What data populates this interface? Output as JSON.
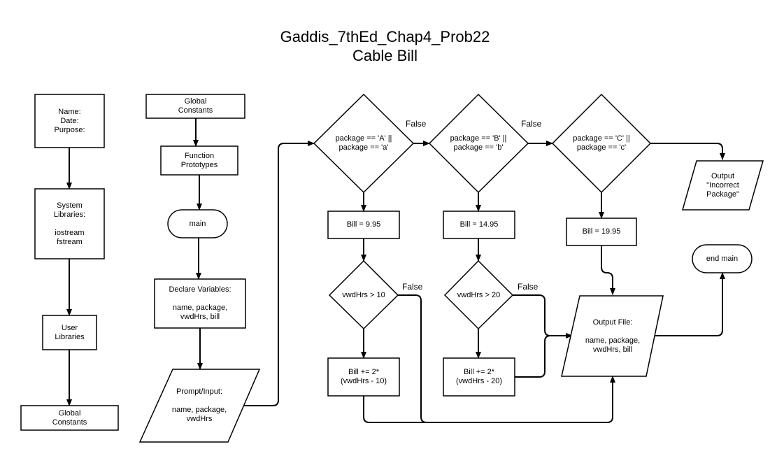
{
  "title": {
    "line1": "Gaddis_7thEd_Chap4_Prob22",
    "line2": "Cable Bill"
  },
  "nodes": {
    "header": "Name:\nDate:\nPurpose:",
    "system_libraries": "System\nLibraries:\n\niostream\nfstream",
    "user_libraries": "User\nLibraries",
    "global_constants_left": "Global\nConstants",
    "global_constants_top": "Global\nConstants",
    "function_prototypes": "Function\nPrototypes",
    "main": "main",
    "declare_variables": "Declare Variables:\n\nname, package,\nvwdHrs, bill",
    "prompt_input": "Prompt/Input:\n\nname, package,\nvwdHrs",
    "decision_a": "package == 'A' ||\npackage == 'a'",
    "decision_b": "package == 'B' ||\npackage == 'b'",
    "decision_c": "package == 'C' ||\npackage == 'c'",
    "output_incorrect": "Output\n\"Incorrect\nPackage\"",
    "bill_a": "Bill = 9.95",
    "bill_b": "Bill = 14.95",
    "bill_c": "Bill = 19.95",
    "hours_a": "vwdHrs > 10",
    "hours_b": "vwdHrs > 20",
    "extra_a": "Bill += 2*\n(vwdHrs - 10)",
    "extra_b": "Bill += 2*\n(vwdHrs - 20)",
    "output_file": "Output File:\n\nname, package,\nvwdHrs, bill",
    "end_main": "end main"
  },
  "edge_labels": {
    "a_false": "False",
    "b_false": "False",
    "hours_a_false": "False",
    "hours_b_false": "False"
  }
}
